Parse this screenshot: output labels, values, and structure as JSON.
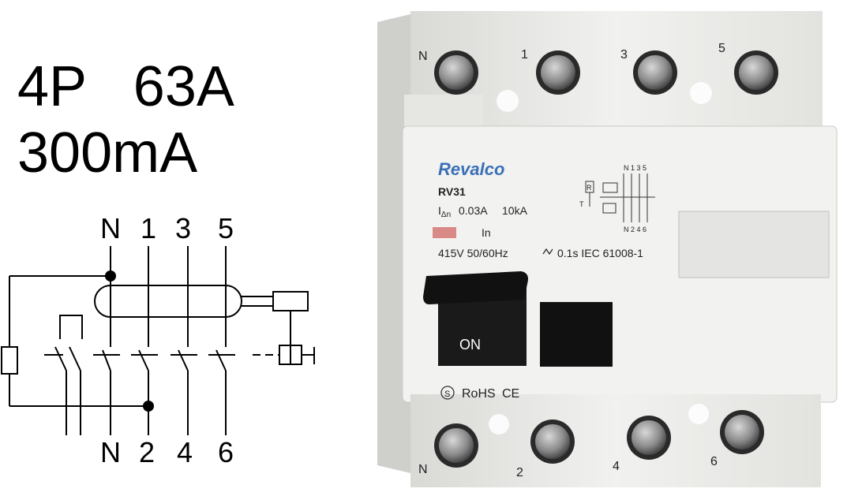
{
  "spec": {
    "line1": "4P   63A",
    "line2": "300mA"
  },
  "schematic": {
    "top_terminals": [
      "N",
      "1",
      "3",
      "5"
    ],
    "bottom_terminals": [
      "N",
      "2",
      "4",
      "6"
    ]
  },
  "device": {
    "brand": "Revalco",
    "model": "RV31",
    "idn_prefix": "I",
    "idn_sub": "Δn",
    "sensitivity": "0.03A",
    "breaking_capacity": "10kA",
    "rated_current_label": "In",
    "rating_voltage": "415V 50/60Hz",
    "rating_std": "0.1s IEC 61008-1",
    "mini_top": "N 1 3 5",
    "mini_bottom": "N 2 4 6",
    "mini_R": "R",
    "mini_T": "T",
    "on_label": "ON",
    "rohs": "RoHS",
    "ce": "CE",
    "terminal_top": [
      "N",
      "1",
      "3",
      "5"
    ],
    "terminal_bottom": [
      "N",
      "2",
      "4",
      "6"
    ],
    "colors": {
      "brand": "#3a6fb7",
      "body": "#ececea",
      "indicator": "#d98a86"
    }
  }
}
